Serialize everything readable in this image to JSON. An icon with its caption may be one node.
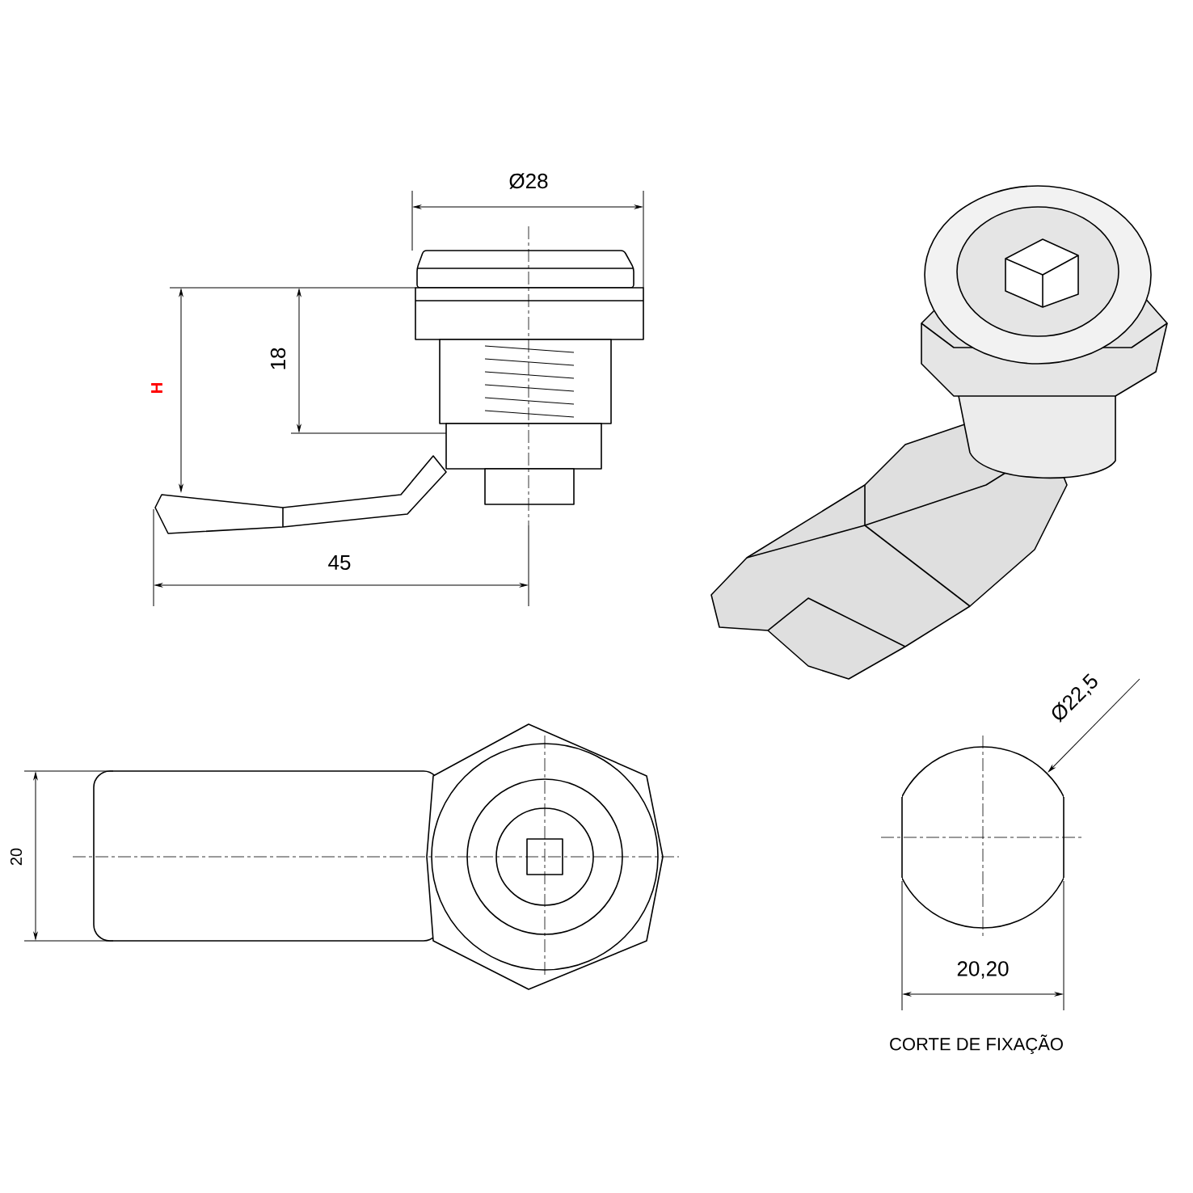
{
  "diagram": {
    "labels": [
      "Ø28",
      "18",
      "H",
      "45",
      "20",
      "Ø22,5",
      "20,20",
      "CORTE DE FIXAÇÃO"
    ]
  }
}
